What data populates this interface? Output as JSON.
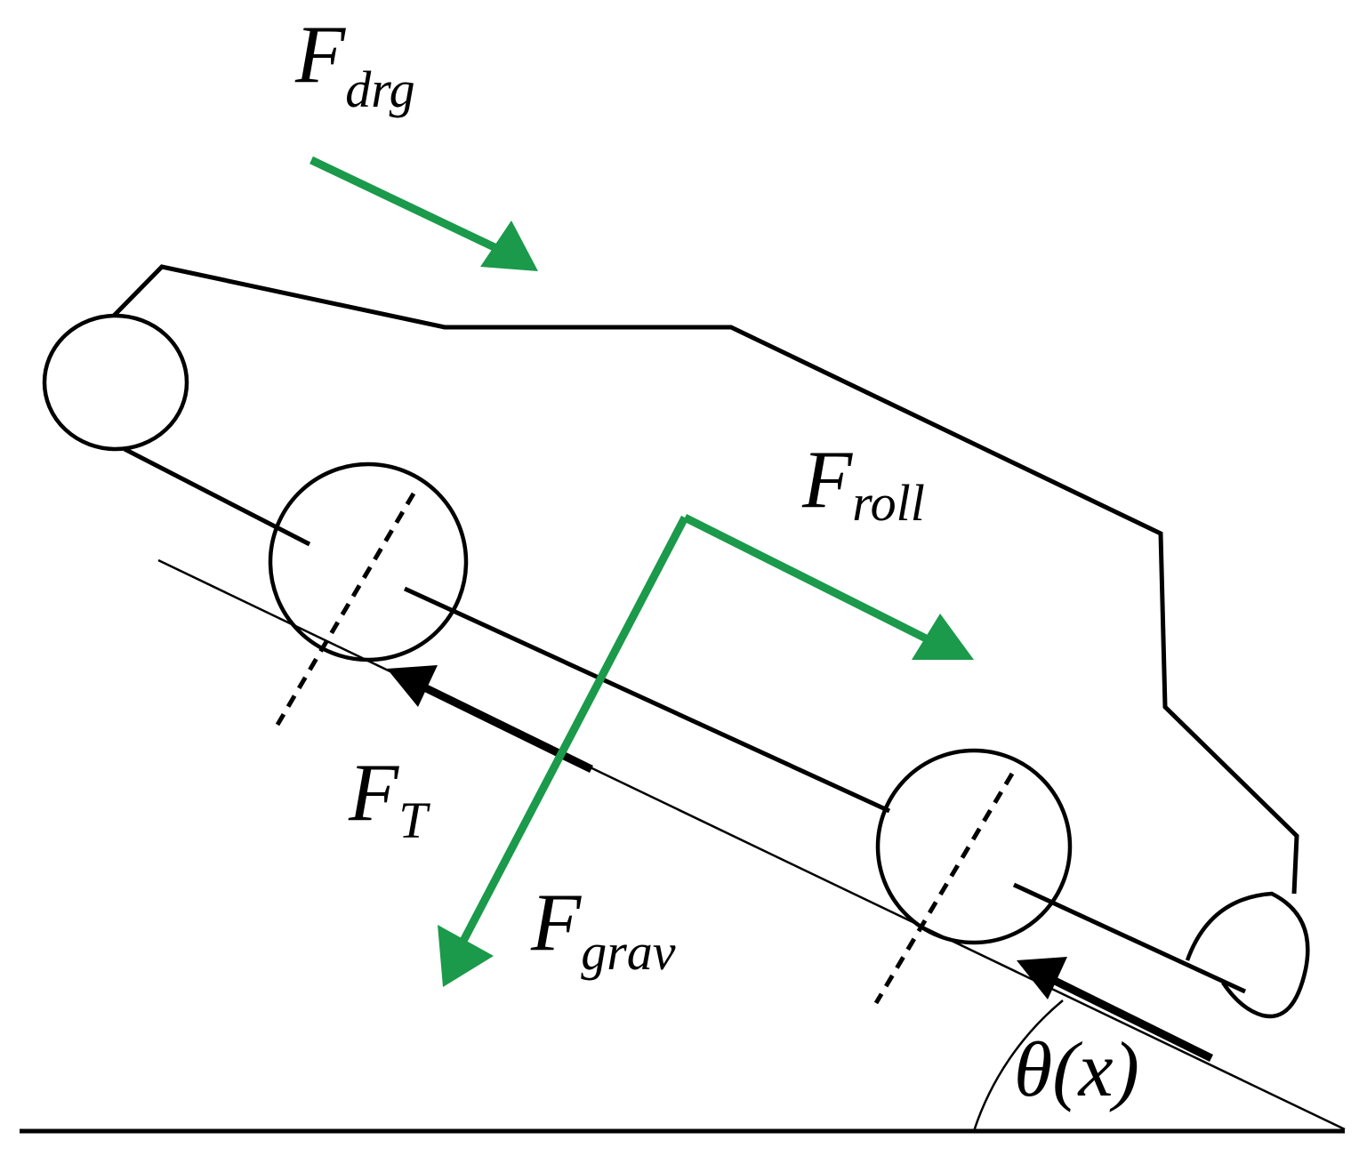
{
  "labels": {
    "drag_main": "F",
    "drag_sub": "drg",
    "roll_main": "F",
    "roll_sub": "roll",
    "traction_main": "F",
    "traction_sub": "T",
    "gravity_main": "F",
    "gravity_sub": "grav",
    "angle": "θ(x)"
  },
  "colors": {
    "force_arrow": "#1a9a4a",
    "traction_arrow": "#000000",
    "outline": "#000000",
    "background": "#ffffff"
  }
}
